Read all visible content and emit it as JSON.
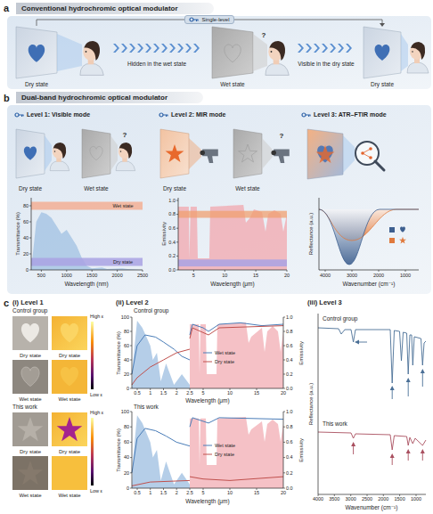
{
  "diagram": {
    "nodes": [
      {
        "text": [
          "Conventional hydrochromic optical modulator"
        ]
      },
      {
        "text": [
          "Single-level"
        ]
      },
      {
        "text": [
          "Dual-band hydrochromic optical modulator"
        ]
      },
      {
        "text": [
          "Level 1: Visible mode"
        ]
      },
      {
        "text": [
          "Level 2: MIR mode"
        ]
      },
      {
        "text": [
          "Level 3: ATR–FTIR mode"
        ]
      }
    ],
    "labels": [
      "a",
      "Dry state",
      "Hidden in the wet state",
      "?",
      "Wet state",
      "Visible in the dry state",
      "Dry state",
      "b",
      "?",
      "Dry state",
      "Wet state",
      "?",
      "Dry state",
      "Wet state",
      "Wet state",
      "Dry state",
      "0",
      "20",
      "40",
      "60",
      "80",
      "500",
      "1000",
      "1500",
      "2000",
      "2500",
      "Transmittance (%)",
      "Wavelength (nm)",
      "0.0",
      "0.2",
      "0.4",
      "0.6",
      "0.8",
      "1.0",
      "5",
      "10",
      "15",
      "20",
      "Emissivity",
      "Wavelength (μm)",
      "4000",
      "3000",
      "2000",
      "1000",
      "Reflectance (a.u.)",
      "Wavenumber (cm⁻¹)",
      "c",
      "(i) Level 1",
      "Control group",
      "Dry state",
      "Dry state",
      "High ε",
      "Low ε",
      "Wet state",
      "Wet state",
      "This work",
      "Dry state",
      "Dry state",
      "High ε",
      "Low ε",
      "Wet state",
      "Wet state",
      "(ii) Level 2",
      "Control group",
      "0",
      "20",
      "40",
      "60",
      "80",
      "100",
      "0.0",
      "0.2",
      "0.4",
      "0.6",
      "0.8",
      "1.0",
      "0.5",
      "1",
      "1.5",
      "2",
      "2.5",
      "5",
      "10",
      "15",
      "20",
      "Transmittance (%)",
      "Emissivity",
      "Wavelength (μm)",
      "This work",
      "0",
      "20",
      "40",
      "60",
      "80",
      "100",
      "0.0",
      "0.2",
      "0.4",
      "0.6",
      "0.8",
      "1.0",
      "0.5",
      "1",
      "1.5",
      "2",
      "2.5",
      "5",
      "10",
      "15",
      "20",
      "Transmittance (%)",
      "Emissivity",
      "Wavelength (μm)",
      "(iii) Level 3",
      "Control group",
      "This work",
      "4000",
      "3500",
      "3000",
      "2500",
      "2000",
      "1500",
      "1000",
      "Wavenumber (cm⁻¹)",
      "Reflectance (a.u.)"
    ],
    "legend": [
      {
        "text": "Wet state"
      },
      {
        "text": "Dry state"
      },
      {
        "text": "Wet state"
      },
      {
        "text": "Dry state"
      }
    ]
  }
}
